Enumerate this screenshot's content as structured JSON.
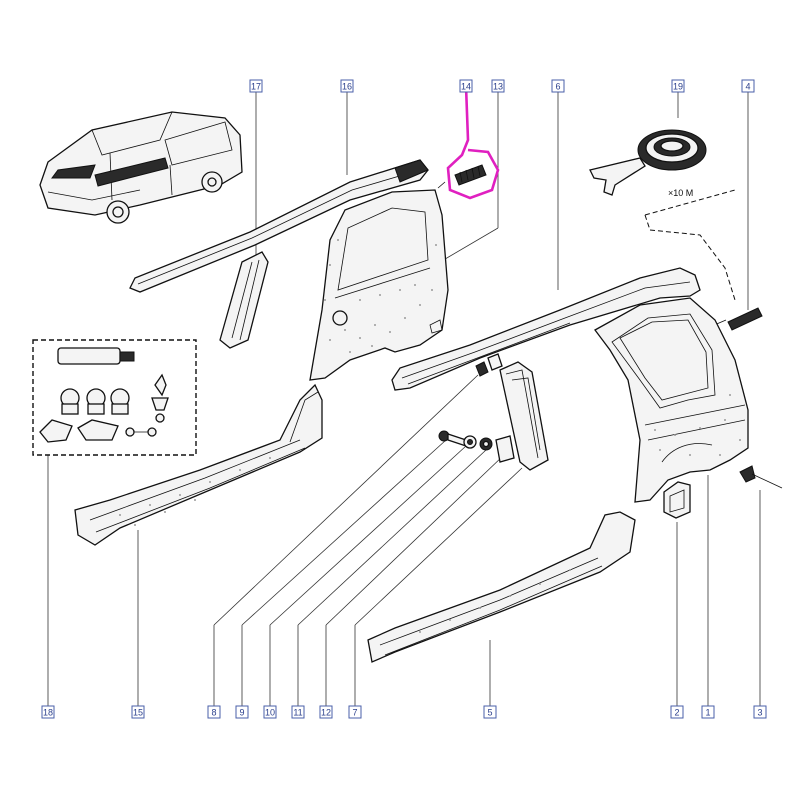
{
  "diagram": {
    "callouts": [
      {
        "id": "17",
        "label": "17"
      },
      {
        "id": "16",
        "label": "16"
      },
      {
        "id": "14",
        "label": "14"
      },
      {
        "id": "13",
        "label": "13"
      },
      {
        "id": "6",
        "label": "6"
      },
      {
        "id": "19",
        "label": "19"
      },
      {
        "id": "4",
        "label": "4"
      },
      {
        "id": "18",
        "label": "18"
      },
      {
        "id": "15",
        "label": "15"
      },
      {
        "id": "8",
        "label": "8"
      },
      {
        "id": "9",
        "label": "9"
      },
      {
        "id": "10",
        "label": "10"
      },
      {
        "id": "11",
        "label": "11"
      },
      {
        "id": "12",
        "label": "12"
      },
      {
        "id": "7",
        "label": "7"
      },
      {
        "id": "5",
        "label": "5"
      },
      {
        "id": "2",
        "label": "2"
      },
      {
        "id": "1",
        "label": "1"
      },
      {
        "id": "3",
        "label": "3"
      }
    ],
    "tape_multiplier": "×10 M",
    "colors": {
      "callout_border": "#4a5fa8",
      "callout_text": "#2b3f8c",
      "highlight": "#e020c0",
      "line": "#111111"
    },
    "highlighted_part": "14"
  }
}
